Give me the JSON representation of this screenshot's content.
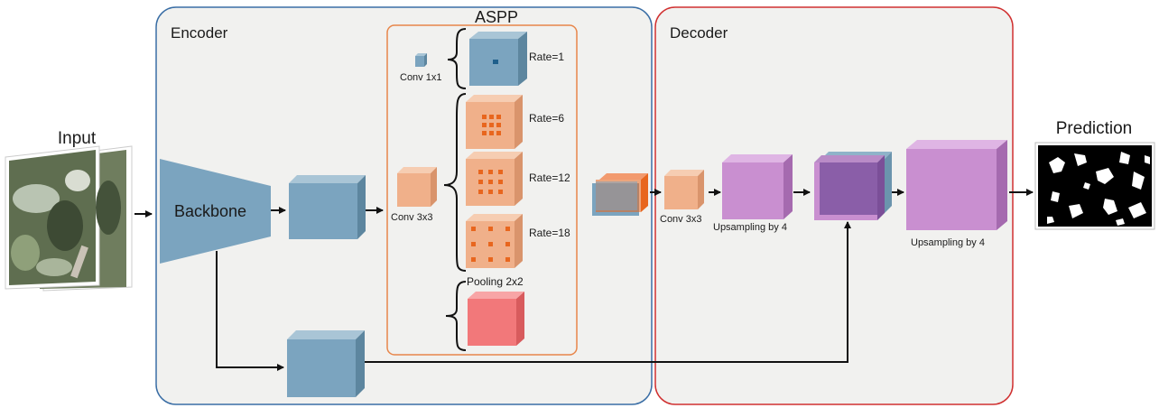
{
  "input": {
    "label": "Input"
  },
  "encoder": {
    "title": "Encoder",
    "backbone_label": "Backbone"
  },
  "aspp": {
    "title": "ASPP",
    "conv1x1_label": "Conv 1x1",
    "conv3x3_label": "Conv 3x3",
    "rates": [
      "Rate=1",
      "Rate=6",
      "Rate=12",
      "Rate=18"
    ],
    "pooling_label": "Pooling 2x2"
  },
  "decoder": {
    "title": "Decoder",
    "conv3x3_label": "Conv 3x3",
    "upsample1_label": "Upsampling by 4",
    "upsample2_label": "Upsampling by 4"
  },
  "prediction": {
    "label": "Prediction"
  },
  "colors": {
    "encoder_border": "#3a6ea5",
    "decoder_border": "#d03030",
    "aspp_border": "#e8864a",
    "blue_block": "#7ba4bf",
    "orange_block": "#f0b08a",
    "orange_dot": "#e8661e",
    "red_block": "#f2787a",
    "purple_block": "#c98fd0",
    "dark_purple": "#8a5ea8"
  }
}
